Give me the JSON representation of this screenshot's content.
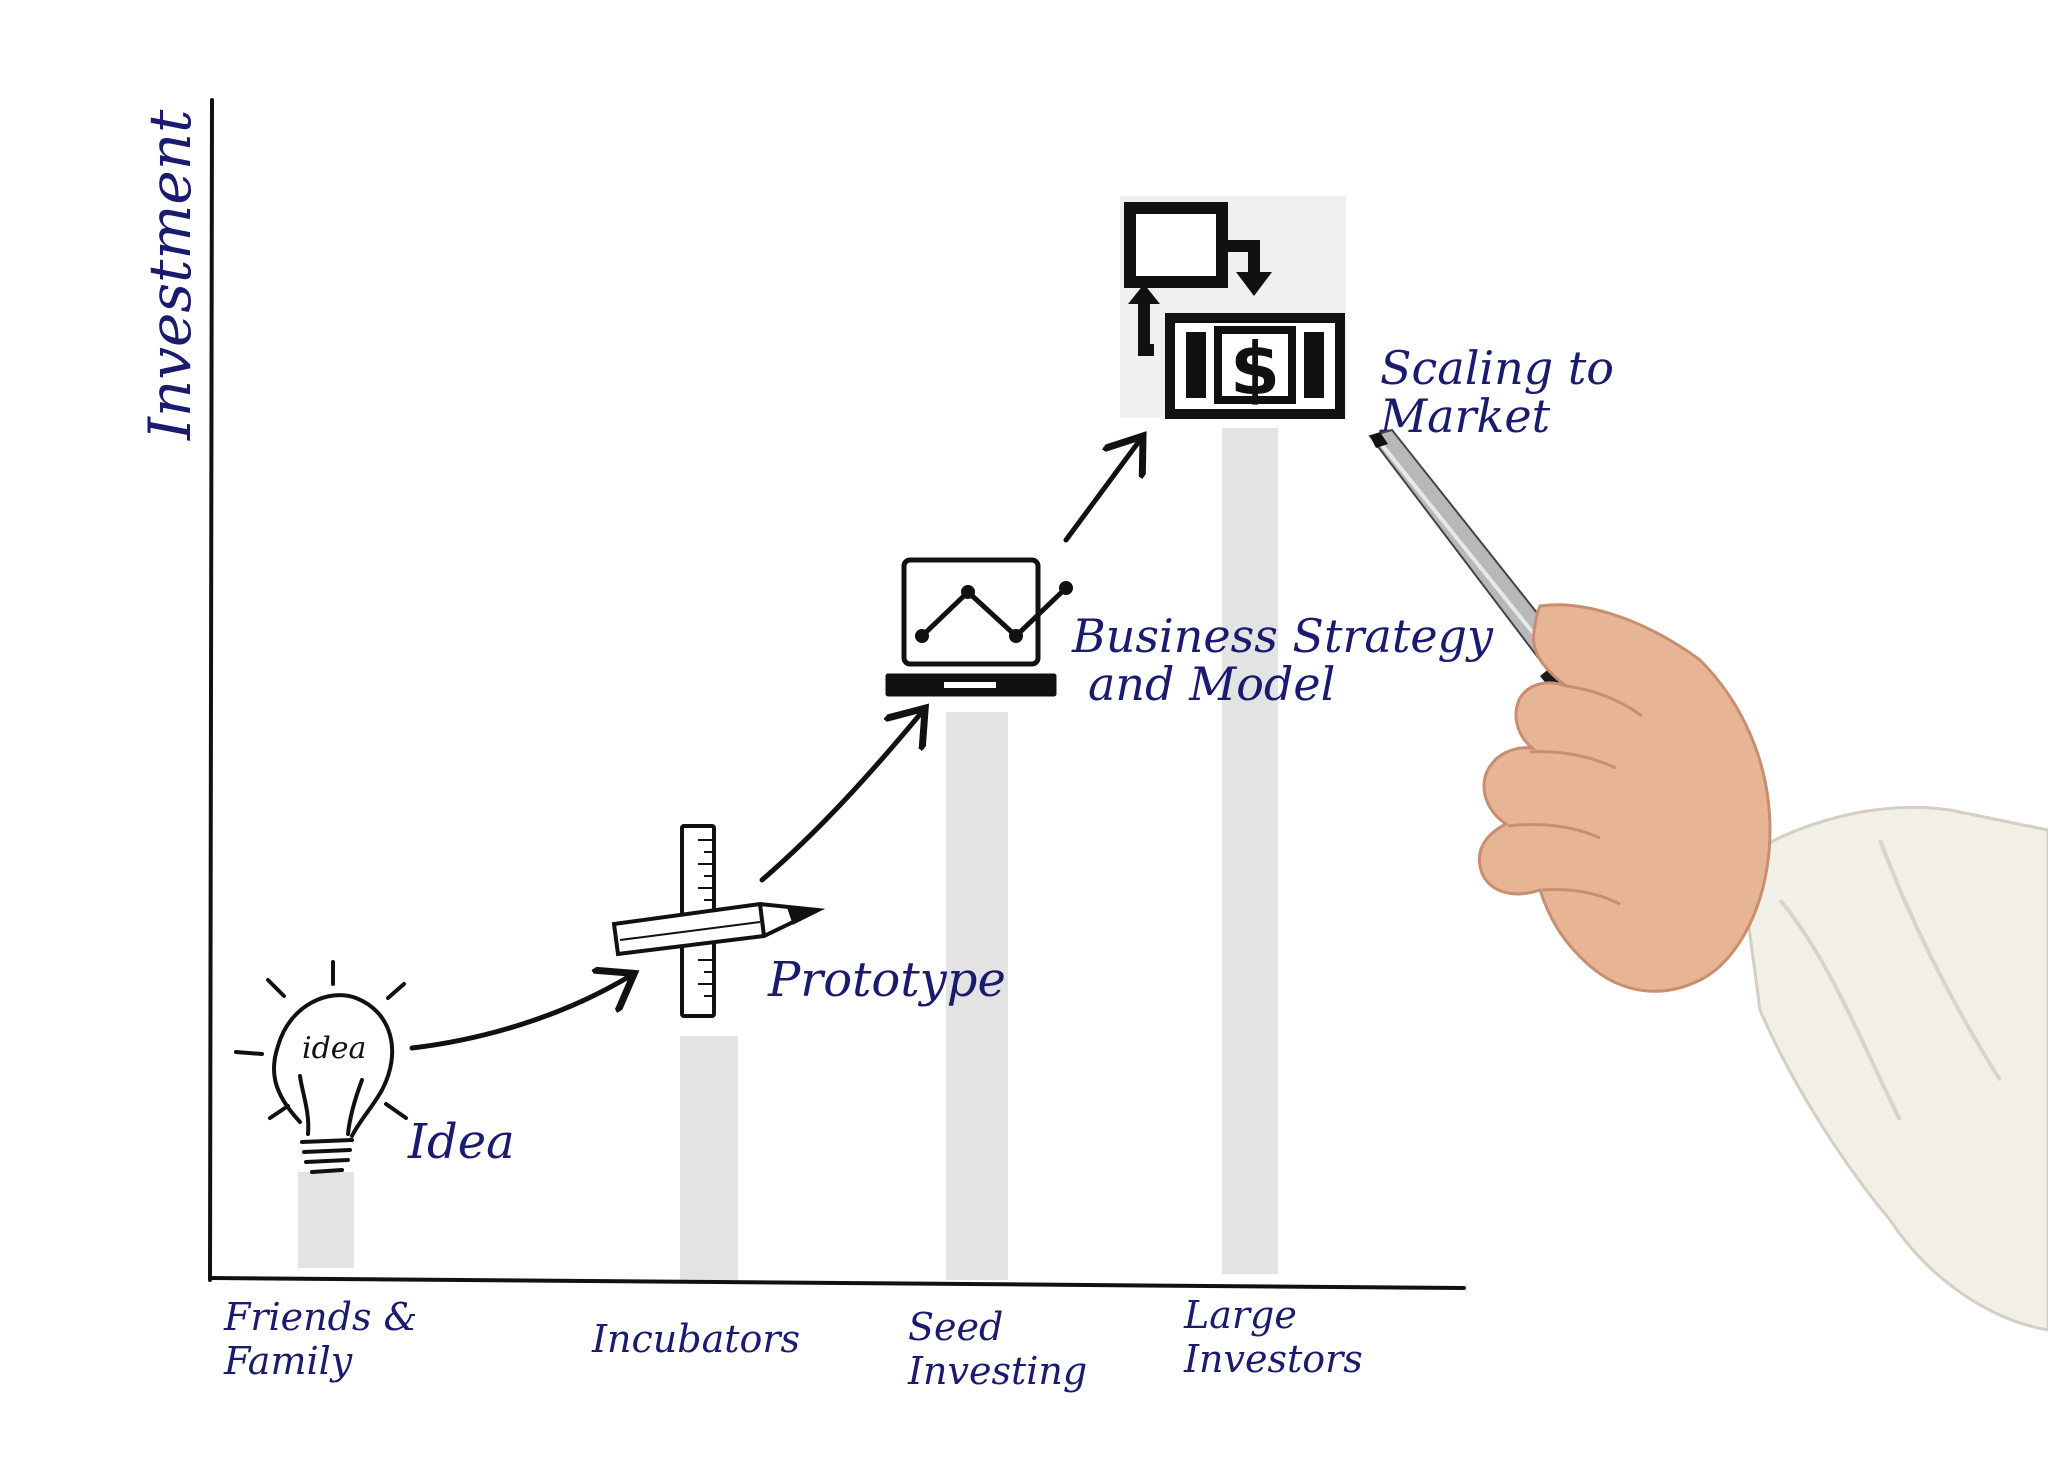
{
  "axis": {
    "y_label": "Investment"
  },
  "stages": [
    {
      "id": "idea",
      "label": "Idea",
      "icon": "lightbulb-icon",
      "icon_text": "idea",
      "category": [
        "Friends &",
        "Family"
      ],
      "level": 0.08
    },
    {
      "id": "prototype",
      "label": "Prototype",
      "icon": "ruler-pencil-icon",
      "category": [
        "Incubators"
      ],
      "level": 0.2
    },
    {
      "id": "business-model",
      "label": [
        "Business Strategy",
        "and Model"
      ],
      "icon": "laptop-chart-icon",
      "category": [
        "Seed",
        "Investing"
      ],
      "level": 0.48
    },
    {
      "id": "scaling",
      "label": [
        "Scaling to",
        "Market"
      ],
      "icon": "money-flow-icon",
      "icon_text": "$",
      "category": [
        "Large",
        "Investors"
      ],
      "level": 0.72
    }
  ],
  "colors": {
    "text": "#1a1a6e",
    "axis": "#111111",
    "bar": "#e3e3e3",
    "icon": "#111111",
    "skin": "#e8b496",
    "shirt": "#f2efe6"
  }
}
